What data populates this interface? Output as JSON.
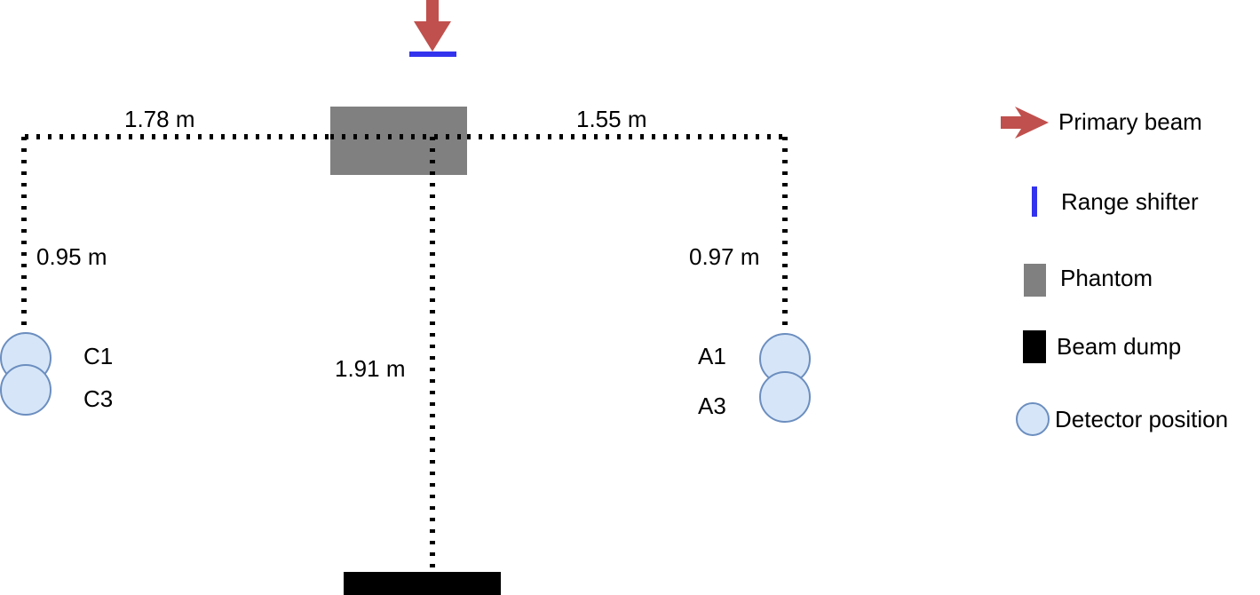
{
  "diagram": {
    "distances": {
      "to_c": "1.78 m",
      "to_a": "1.55 m",
      "c_drop": "0.95 m",
      "a_drop": "0.97 m",
      "to_dump": "1.91 m"
    },
    "detectors": {
      "c_top": "C1",
      "c_bottom": "C3",
      "a_top": "A1",
      "a_bottom": "A3"
    }
  },
  "legend": {
    "primary_beam": "Primary beam",
    "range_shifter": "Range shifter",
    "phantom": "Phantom",
    "beam_dump": "Beam dump",
    "detector_position": "Detector position"
  },
  "colors": {
    "beam_arrow": "#c0504d",
    "range_shifter": "#3333ee",
    "phantom": "#808080",
    "beam_dump": "#000000",
    "detector_fill": "#d6e6f8",
    "detector_stroke": "#6c8ebf",
    "dotted_line": "#000000"
  },
  "icons": {
    "primary_beam": "arrow-right-icon",
    "range_shifter": "bar-icon",
    "phantom": "square-icon",
    "beam_dump": "rectangle-icon",
    "detector_position": "circle-icon"
  }
}
